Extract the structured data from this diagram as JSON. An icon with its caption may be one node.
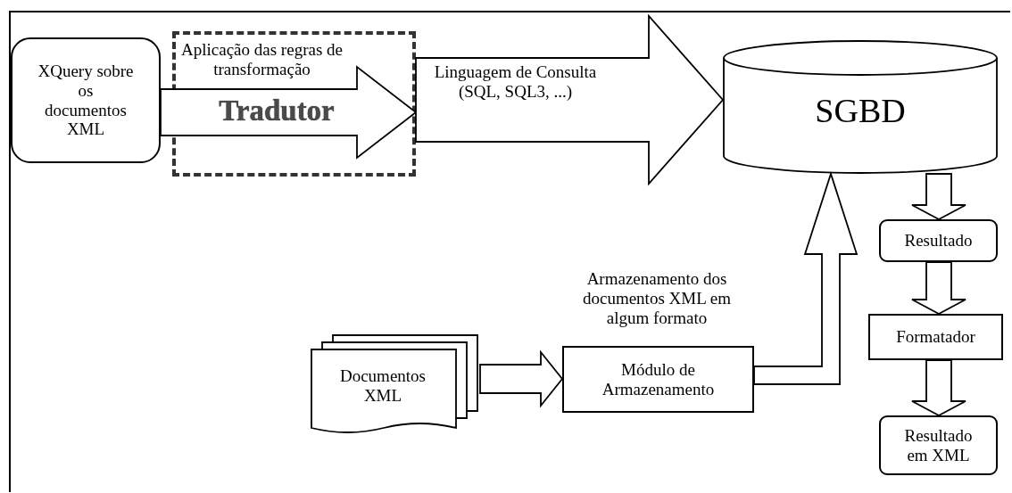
{
  "diagram": {
    "nodes": [
      {
        "text": [
          "XQuery sobre os documentos XML"
        ]
      },
      {
        "text": [
          "Aplicação das regras de transformação"
        ]
      },
      {
        "text": [
          "SGBD"
        ]
      },
      {
        "text": [
          "Resultado"
        ]
      },
      {
        "text": [
          "Formatador"
        ]
      },
      {
        "text": [
          "Resultado em XML"
        ]
      },
      {
        "text": [
          "Documentos XML"
        ]
      },
      {
        "text": [
          "Módulo de Armazenamento"
        ]
      }
    ],
    "edges": [
      {
        "from": 0,
        "to": 1,
        "arrow": "to",
        "label": "Tradutor"
      },
      {
        "from": 1,
        "to": 2,
        "arrow": "to",
        "label": "Linguagem de Consulta (SQL, SQL3, ...)"
      },
      {
        "from": 2,
        "to": 3,
        "arrow": "to"
      },
      {
        "from": 3,
        "to": 4,
        "arrow": "to"
      },
      {
        "from": 4,
        "to": 5,
        "arrow": "to"
      },
      {
        "from": 6,
        "to": 7,
        "arrow": "to"
      },
      {
        "from": 7,
        "to": 2,
        "arrow": "to",
        "label": "Armazenamento dos documentos XML em algum formato"
      }
    ]
  }
}
